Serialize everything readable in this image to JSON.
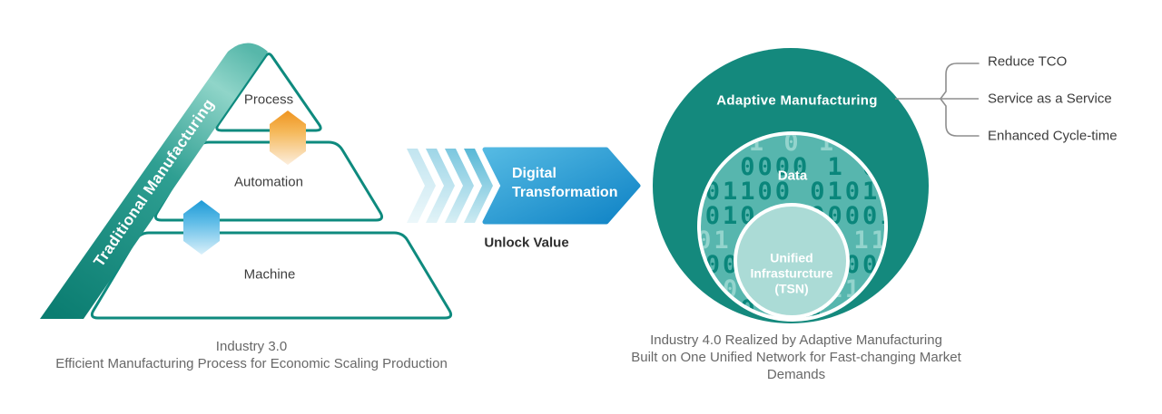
{
  "pyramid": {
    "band_label": "Traditional Manufacturing",
    "layers": [
      {
        "label": "Process"
      },
      {
        "label": "Automation"
      },
      {
        "label": "Machine"
      }
    ],
    "connectors": [
      {
        "name": "process-automation-hexagon",
        "color": "#f0971f"
      },
      {
        "name": "automation-machine-hexagon",
        "color": "#1f9cd8"
      }
    ],
    "caption": "Industry 3.0\nEfficient Manufacturing Process for Economic Scaling Production"
  },
  "transformation": {
    "arrow_label": "Digital\nTransformation",
    "unlock_label": "Unlock Value"
  },
  "circles": {
    "outer_label": "Adaptive Manufacturing",
    "middle_label": "Data",
    "inner_label": "Unified\nInfrasturcture\n(TSN)",
    "binary_rows": [
      "1 01 1 0 1 01 1",
      "010 0000 1 010",
      "1 1001100 010110 1",
      "0 010 1 000011",
      "001 0 1 1 110",
      "100 1 0 1000",
      "10 0 1 110",
      "100 0 1 01"
    ],
    "caption": "Industry 4.0 Realized by Adaptive Manufacturing\nBuilt on One Unified Network for Fast-changing Market Demands"
  },
  "callouts": {
    "items": [
      {
        "label": "Reduce TCO"
      },
      {
        "label": "Service as a Service"
      },
      {
        "label": "Enhanced Cycle-time"
      }
    ]
  },
  "colors": {
    "teal_border": "#0e8a7e",
    "band_dark": "#0b7d71",
    "band_light": "#90d5c9",
    "outer_circle": "#14897d",
    "data_circle": "#57b6ae",
    "inner_circle": "#abdbd6",
    "digit_dark": "#0a867b",
    "digit_light": "#93d4cd",
    "arrow_blue_light": "#55bae3",
    "arrow_blue_dark": "#0e82c5",
    "hex_orange": "#ef941f",
    "hex_blue": "#1e9ad6",
    "callout_line": "#8e8e8e",
    "caption_gray": "#686868"
  }
}
